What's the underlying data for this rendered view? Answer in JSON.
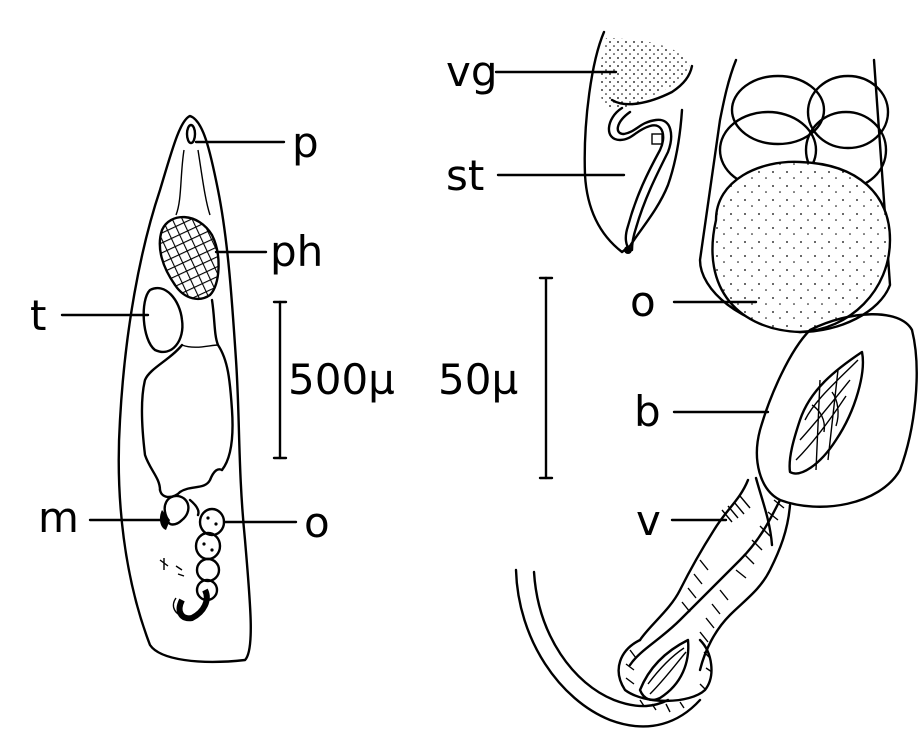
{
  "figure": {
    "left": {
      "labels": {
        "p": "p",
        "ph": "ph",
        "t": "t",
        "m": "m",
        "o": "o"
      },
      "scale_bar_label": "500µ"
    },
    "right": {
      "labels": {
        "vg": "vg",
        "st": "st",
        "o": "o",
        "b": "b",
        "v": "v"
      },
      "scale_bar_label": "50µ"
    }
  }
}
